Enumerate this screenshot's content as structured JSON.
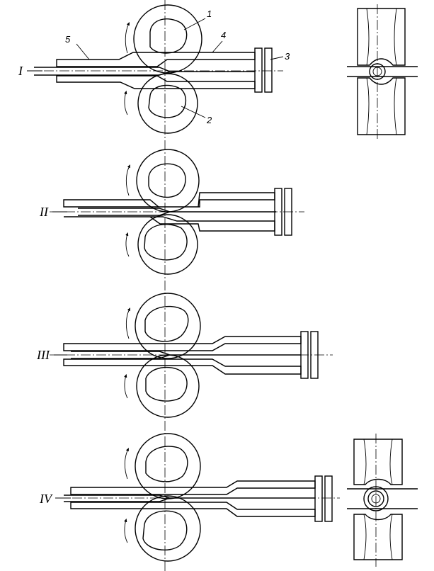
{
  "stages": [
    {
      "label": "I"
    },
    {
      "label": "II"
    },
    {
      "label": "III"
    },
    {
      "label": "IV"
    }
  ],
  "callouts": [
    "1",
    "2",
    "3",
    "4",
    "5"
  ],
  "colors": {
    "ink": "#000000",
    "paper": "#ffffff"
  }
}
